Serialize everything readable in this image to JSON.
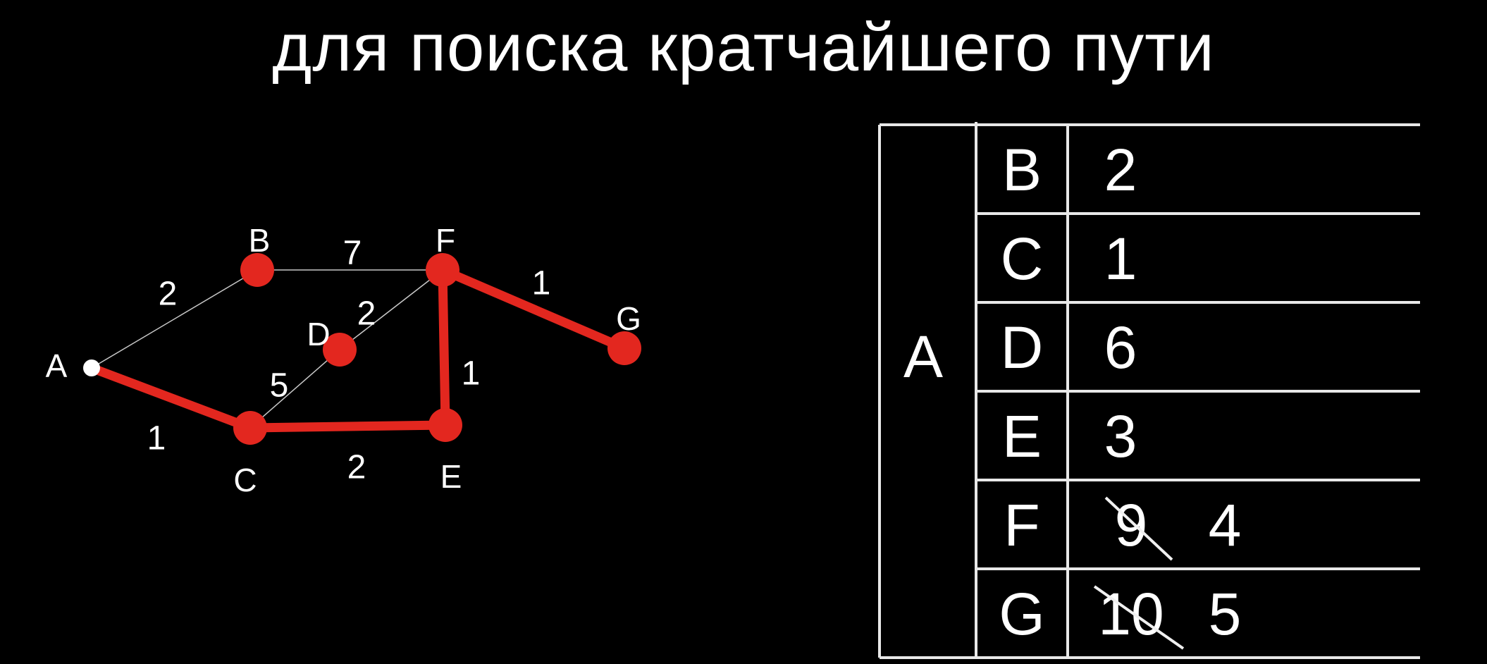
{
  "title": "для поиска кратчайшего пути",
  "colors": {
    "background": "#000000",
    "path": "#e3271f",
    "edge": "#c8c8c8",
    "node": "#e3271f",
    "start_node": "#ffffff",
    "text": "#ffffff"
  },
  "graph": {
    "nodes": [
      {
        "id": "A",
        "label": "A",
        "start": true
      },
      {
        "id": "B",
        "label": "B"
      },
      {
        "id": "C",
        "label": "C"
      },
      {
        "id": "D",
        "label": "D"
      },
      {
        "id": "E",
        "label": "E"
      },
      {
        "id": "F",
        "label": "F"
      },
      {
        "id": "G",
        "label": "G"
      }
    ],
    "edges": [
      {
        "from": "A",
        "to": "B",
        "weight": "2",
        "highlighted": false
      },
      {
        "from": "B",
        "to": "F",
        "weight": "7",
        "highlighted": false
      },
      {
        "from": "C",
        "to": "D",
        "weight": "5",
        "highlighted": false
      },
      {
        "from": "D",
        "to": "F",
        "weight": "2",
        "highlighted": false
      },
      {
        "from": "A",
        "to": "C",
        "weight": "1",
        "highlighted": true
      },
      {
        "from": "C",
        "to": "E",
        "weight": "2",
        "highlighted": true
      },
      {
        "from": "E",
        "to": "F",
        "weight": "1",
        "highlighted": true
      },
      {
        "from": "F",
        "to": "G",
        "weight": "1",
        "highlighted": true
      }
    ]
  },
  "distance_table": {
    "source": "A",
    "rows": [
      {
        "node": "B",
        "crossed": "",
        "value": "2"
      },
      {
        "node": "C",
        "crossed": "",
        "value": "1"
      },
      {
        "node": "D",
        "crossed": "",
        "value": "6"
      },
      {
        "node": "E",
        "crossed": "",
        "value": "3"
      },
      {
        "node": "F",
        "crossed": "9",
        "value": "4"
      },
      {
        "node": "G",
        "crossed": "10",
        "value": "5"
      }
    ]
  }
}
